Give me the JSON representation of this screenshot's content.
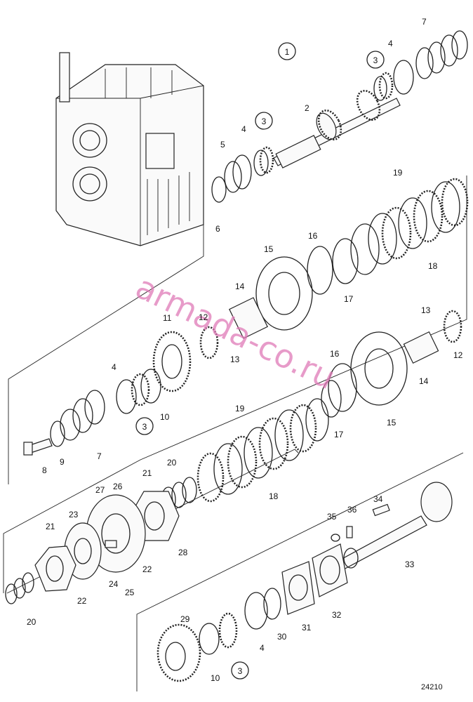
{
  "diagram": {
    "reference": "24210",
    "watermark": "armada-co.ru",
    "callout_circled": [
      "1",
      "3",
      "3",
      "3",
      "3"
    ],
    "callouts": [
      "2",
      "4",
      "4",
      "4",
      "4",
      "5",
      "6",
      "7",
      "7",
      "8",
      "9",
      "10",
      "10",
      "11",
      "12",
      "12",
      "13",
      "13",
      "14",
      "14",
      "15",
      "15",
      "16",
      "16",
      "17",
      "17",
      "18",
      "18",
      "19",
      "19",
      "20",
      "20",
      "21",
      "21",
      "22",
      "22",
      "23",
      "24",
      "25",
      "26",
      "27",
      "28",
      "29",
      "30",
      "31",
      "32",
      "33",
      "34",
      "35",
      "36"
    ]
  }
}
